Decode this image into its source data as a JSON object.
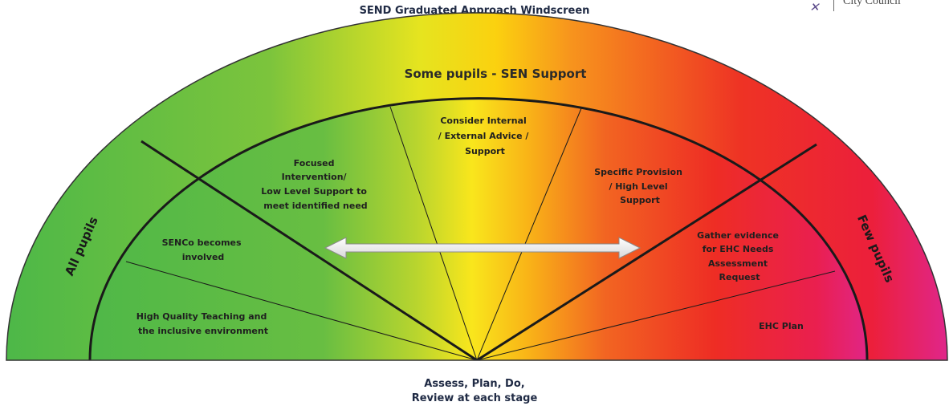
{
  "header": {
    "title": "SEND Graduated Approach Windscreen",
    "logo_right_text": "City Council"
  },
  "footer": {
    "line1": "Assess, Plan, Do,",
    "line2": "Review at each stage"
  },
  "windscreen": {
    "outer_band": {
      "left_label": "All pupils",
      "top_label": "Some pupils - SEN Support",
      "right_label": "Few pupils"
    },
    "sections": {
      "focused": [
        "Focused",
        "Intervention/",
        "Low Level Support to",
        "meet identified need"
      ],
      "consider": [
        "Consider Internal",
        "/ External Advice /",
        "Support"
      ],
      "specific": [
        "Specific Provision",
        "/ High Level",
        "Support"
      ],
      "senco": [
        "SENCo becomes",
        "involved"
      ],
      "hqt": [
        "High Quality Teaching and",
        "the inclusive environment"
      ],
      "gather": [
        "Gather evidence",
        "for EHC Needs",
        "Assessment",
        "Request"
      ],
      "ehc_plan": [
        "EHC Plan"
      ]
    },
    "colors": {
      "green": "#4db848",
      "yellow": "#f7e11b",
      "orange": "#f7941d",
      "red": "#ee2d24",
      "magenta": "#e0268a",
      "line": "#1a1a1a"
    }
  }
}
